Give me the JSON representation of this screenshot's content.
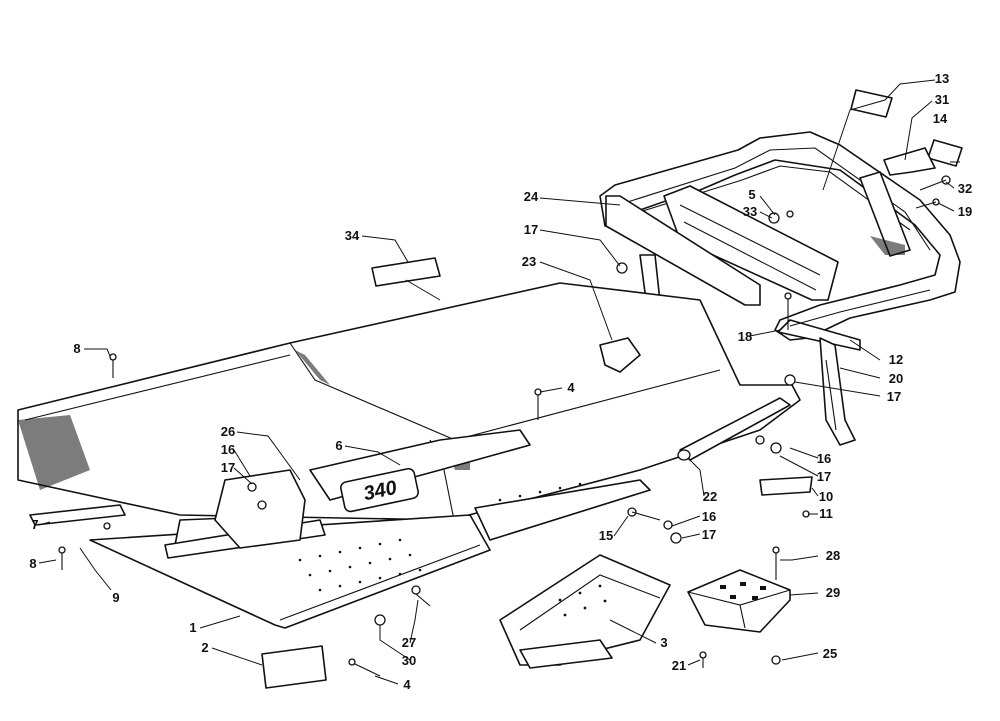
{
  "diagram": {
    "emblem_text": "340",
    "callouts": [
      {
        "id": "c13",
        "text": "13"
      },
      {
        "id": "c31",
        "text": "31"
      },
      {
        "id": "c14",
        "text": "14"
      },
      {
        "id": "c32",
        "text": "32"
      },
      {
        "id": "c19",
        "text": "19"
      },
      {
        "id": "c5",
        "text": "5"
      },
      {
        "id": "c33",
        "text": "33"
      },
      {
        "id": "c24",
        "text": "24"
      },
      {
        "id": "c34",
        "text": "34"
      },
      {
        "id": "c17a",
        "text": "17"
      },
      {
        "id": "c23",
        "text": "23"
      },
      {
        "id": "c18",
        "text": "18"
      },
      {
        "id": "c12",
        "text": "12"
      },
      {
        "id": "c20",
        "text": "20"
      },
      {
        "id": "c17b",
        "text": "17"
      },
      {
        "id": "c8a",
        "text": "8"
      },
      {
        "id": "c4a",
        "text": "4"
      },
      {
        "id": "c26",
        "text": "26"
      },
      {
        "id": "c16a",
        "text": "16"
      },
      {
        "id": "c17c",
        "text": "17"
      },
      {
        "id": "c6",
        "text": "6"
      },
      {
        "id": "c16b",
        "text": "16"
      },
      {
        "id": "c17d",
        "text": "17"
      },
      {
        "id": "c22",
        "text": "22"
      },
      {
        "id": "c10",
        "text": "10"
      },
      {
        "id": "c11",
        "text": "11"
      },
      {
        "id": "c15",
        "text": "15"
      },
      {
        "id": "c16c",
        "text": "16"
      },
      {
        "id": "c17e",
        "text": "17"
      },
      {
        "id": "c7",
        "text": "7"
      },
      {
        "id": "c8b",
        "text": "8"
      },
      {
        "id": "c9",
        "text": "9"
      },
      {
        "id": "c28",
        "text": "28"
      },
      {
        "id": "c29",
        "text": "29"
      },
      {
        "id": "c1",
        "text": "1"
      },
      {
        "id": "c27",
        "text": "27"
      },
      {
        "id": "c30",
        "text": "30"
      },
      {
        "id": "c3",
        "text": "3"
      },
      {
        "id": "c2",
        "text": "2"
      },
      {
        "id": "c21",
        "text": "21"
      },
      {
        "id": "c25",
        "text": "25"
      },
      {
        "id": "c4b",
        "text": "4"
      }
    ]
  }
}
